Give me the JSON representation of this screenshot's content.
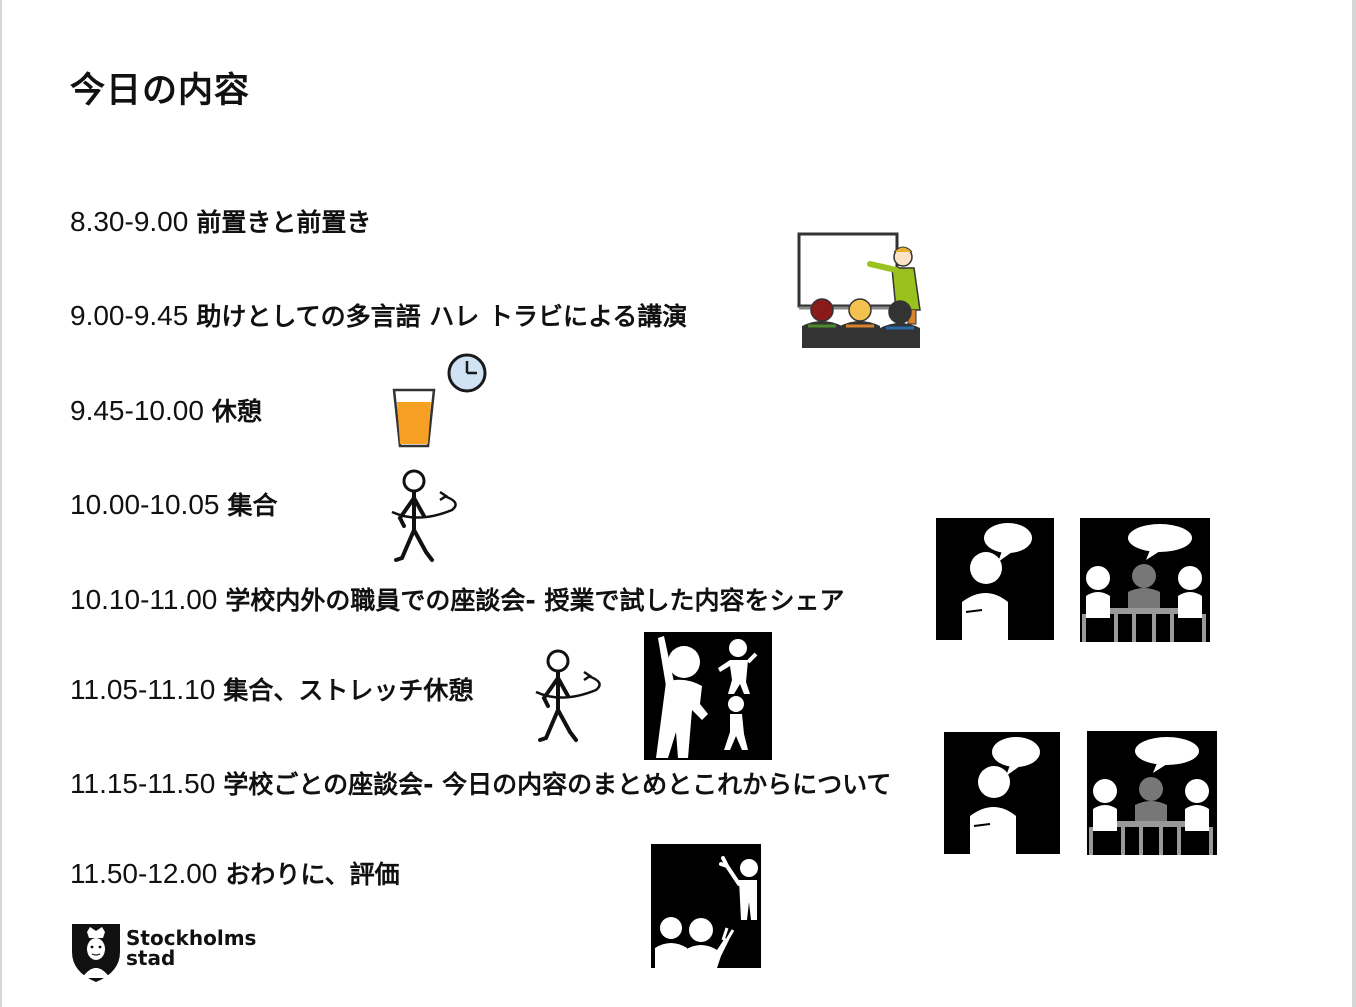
{
  "title": "今日の内容",
  "agenda": [
    {
      "time": "8.30-9.00",
      "desc": "前置きと前置き"
    },
    {
      "time": "9.00-9.45",
      "desc": "助けとしての多言語 ハレ トラビによる講演"
    },
    {
      "time": "9.45-10.00",
      "desc": "休憩"
    },
    {
      "time": "10.00-10.05",
      "desc": "集合"
    },
    {
      "time": "10.10-11.00",
      "desc": "学校内外の職員での座談会- 授業で試した内容をシェア"
    },
    {
      "time": "11.05-11.10",
      "desc": "集合、ストレッチ休憩"
    },
    {
      "time": "11.15-11.50",
      "desc": "学校ごとの座談会- 今日の内容のまとめとこれからについて"
    },
    {
      "time": "11.50-12.00",
      "desc": "おわりに、評価"
    }
  ],
  "logo": {
    "line1": "Stockholms",
    "line2": "stad"
  },
  "icons": [
    "lecture-icon",
    "break-drink-clock-icon",
    "gather-walk-icon",
    "speech-person-icon",
    "group-meeting-icon",
    "stretch-icon",
    "raise-hand-icon"
  ]
}
